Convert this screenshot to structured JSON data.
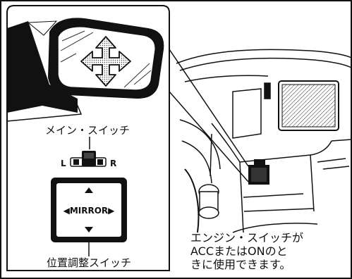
{
  "labels": {
    "main_switch": "メイン・スイッチ",
    "left": "L",
    "right": "R",
    "mirror": "◀MIRROR▶",
    "adjust_switch": "位置調整スイッチ",
    "note_line1": "エンジン・スイッチが",
    "note_line2": "ACCまたはONのと",
    "note_line3": "きに使用できます。"
  }
}
